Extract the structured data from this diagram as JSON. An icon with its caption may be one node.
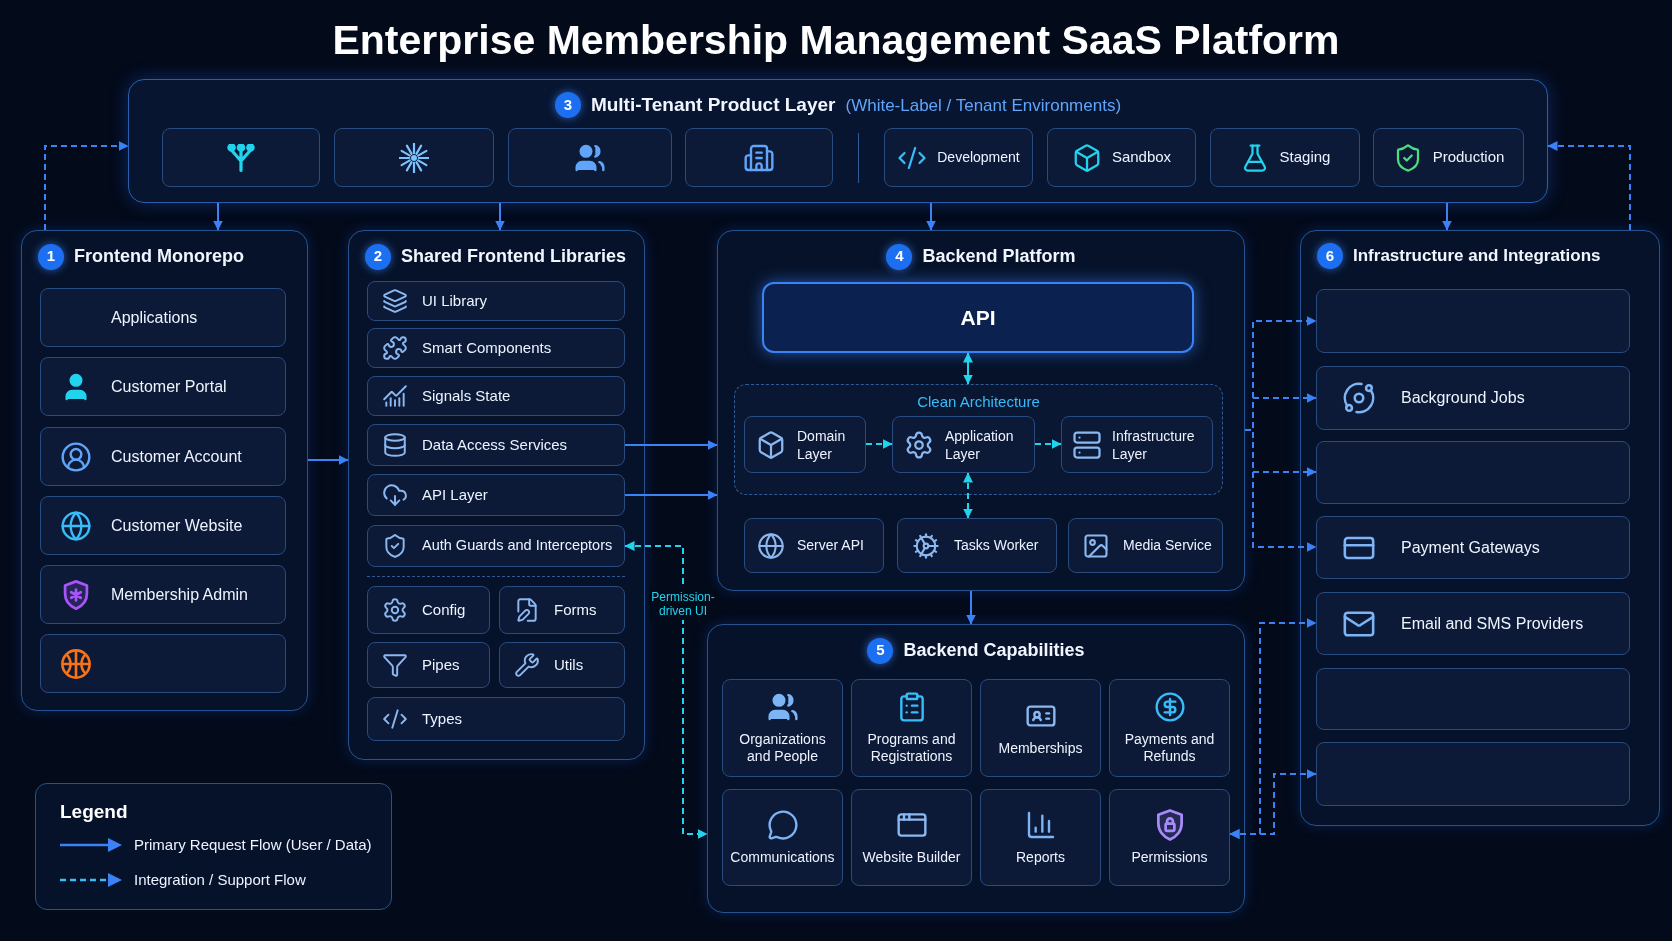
{
  "diagram": {
    "title": "Enterprise Membership Management SaaS Platform",
    "nodes": [
      {
        "text": [
          "3",
          "Multi-Tenant Product Layer",
          "(White-Label / Tenant Environments)"
        ]
      },
      {
        "text": [],
        "shape": "box",
        "in": 0
      },
      {
        "text": [],
        "shape": "box",
        "in": 0
      },
      {
        "text": [],
        "shape": "box",
        "in": 0
      },
      {
        "text": [],
        "shape": "box",
        "in": 0
      },
      {
        "text": [
          "Development"
        ],
        "in": 0
      },
      {
        "text": [
          "Sandbox"
        ],
        "in": 0
      },
      {
        "text": [
          "Staging"
        ],
        "in": 0
      },
      {
        "text": [
          "Production"
        ],
        "in": 0
      },
      {
        "text": [
          "1",
          "Frontend Monorepo"
        ]
      },
      {
        "text": [
          "Applications"
        ],
        "in": 9
      },
      {
        "text": [
          "Customer Portal"
        ],
        "in": 9
      },
      {
        "text": [
          "Customer Account"
        ],
        "in": 9
      },
      {
        "text": [
          "Customer Website"
        ],
        "in": 9
      },
      {
        "text": [
          "Membership Admin"
        ],
        "in": 9
      },
      {
        "text": [],
        "shape": "box",
        "in": 9
      },
      {
        "text": [
          "2",
          "Shared Frontend Libraries"
        ]
      },
      {
        "text": [
          "UI Library"
        ],
        "in": 16
      },
      {
        "text": [
          "Smart Components"
        ],
        "in": 16
      },
      {
        "text": [
          "Signals State"
        ],
        "in": 16
      },
      {
        "text": [
          "Data Access Services"
        ],
        "in": 16
      },
      {
        "text": [
          "API Layer"
        ],
        "in": 16
      },
      {
        "text": [
          "Auth Guards and Interceptors"
        ],
        "in": 16
      },
      {
        "text": [
          "Config"
        ],
        "in": 16
      },
      {
        "text": [
          "Forms"
        ],
        "in": 16
      },
      {
        "text": [
          "Pipes"
        ],
        "in": 16
      },
      {
        "text": [
          "Utils"
        ],
        "in": 16
      },
      {
        "text": [
          "Types"
        ],
        "in": 16
      },
      {
        "text": [
          "4",
          "Backend Platform"
        ]
      },
      {
        "text": [
          "API"
        ],
        "in": 28
      },
      {
        "text": [
          "Clean Architecture"
        ],
        "in": 28
      },
      {
        "text": [
          "Domain Layer"
        ],
        "in": 30
      },
      {
        "text": [
          "Application Layer"
        ],
        "in": 30
      },
      {
        "text": [
          "Infrastructure Layer"
        ],
        "in": 30
      },
      {
        "text": [
          "Server API"
        ],
        "in": 28
      },
      {
        "text": [
          "Tasks Worker"
        ],
        "in": 28
      },
      {
        "text": [
          "Media Service"
        ],
        "in": 28
      },
      {
        "text": [
          "5",
          "Backend Capabilities"
        ]
      },
      {
        "text": [
          "Organizations and People"
        ],
        "in": 37
      },
      {
        "text": [
          "Programs and Registrations"
        ],
        "in": 37
      },
      {
        "text": [
          "Memberships"
        ],
        "in": 37
      },
      {
        "text": [
          "Payments and Refunds"
        ],
        "in": 37
      },
      {
        "text": [
          "Communications"
        ],
        "in": 37
      },
      {
        "text": [
          "Website Builder"
        ],
        "in": 37
      },
      {
        "text": [
          "Reports"
        ],
        "in": 37
      },
      {
        "text": [
          "Permissions"
        ],
        "in": 37
      },
      {
        "text": [
          "6",
          "Infrastructure and Integrations"
        ]
      },
      {
        "text": [],
        "shape": "box",
        "in": 46
      },
      {
        "text": [
          "Background Jobs"
        ],
        "in": 46
      },
      {
        "text": [],
        "shape": "box",
        "in": 46
      },
      {
        "text": [
          "Payment Gateways"
        ],
        "in": 46
      },
      {
        "text": [
          "Email and SMS Providers"
        ],
        "in": 46
      },
      {
        "text": [],
        "shape": "box",
        "in": 46
      },
      {
        "text": [],
        "shape": "box",
        "in": 46
      }
    ],
    "edges": [
      {
        "from": 0,
        "to": 9,
        "arrow": "to"
      },
      {
        "from": 0,
        "to": 16,
        "arrow": "to"
      },
      {
        "from": 0,
        "to": 28,
        "arrow": "to"
      },
      {
        "from": 0,
        "to": 46,
        "arrow": "to"
      },
      {
        "from": 9,
        "to": 0,
        "arrow": "to",
        "style": "dashed"
      },
      {
        "from": 46,
        "to": 0,
        "arrow": "to",
        "style": "dashed"
      },
      {
        "from": 9,
        "to": 16,
        "arrow": "to"
      },
      {
        "from": 20,
        "to": 28,
        "arrow": "to"
      },
      {
        "from": 21,
        "to": 28,
        "arrow": "to"
      },
      {
        "from": 29,
        "to": 30,
        "arrow": "both",
        "color": "#22d3ee"
      },
      {
        "from": 31,
        "to": 32,
        "arrow": "to",
        "style": "dashed",
        "color": "#22d3ee"
      },
      {
        "from": 32,
        "to": 33,
        "arrow": "to",
        "style": "dashed",
        "color": "#22d3ee"
      },
      {
        "from": 32,
        "to": 35,
        "arrow": "both",
        "style": "dashed",
        "color": "#22d3ee"
      },
      {
        "from": 28,
        "to": 37,
        "arrow": "to"
      },
      {
        "from": 28,
        "to": 47,
        "arrow": "to",
        "style": "dashed"
      },
      {
        "from": 28,
        "to": 48,
        "arrow": "to",
        "style": "dashed"
      },
      {
        "from": 28,
        "to": 49,
        "arrow": "to",
        "style": "dashed"
      },
      {
        "from": 28,
        "to": 50,
        "arrow": "to",
        "style": "dashed"
      },
      {
        "from": 45,
        "to": 51,
        "arrow": "both",
        "style": "dashed"
      },
      {
        "from": 45,
        "to": 53,
        "arrow": "both",
        "style": "dashed"
      },
      {
        "from": 22,
        "to": 37,
        "arrow": "both",
        "style": "dashed",
        "color": "#22d3ee",
        "label": "Permission-driven UI"
      }
    ],
    "labels": [
      "Legend"
    ],
    "legend": [
      {
        "text": "Primary Request Flow (User / Data)"
      },
      {
        "text": "Integration / Support Flow"
      }
    ]
  }
}
